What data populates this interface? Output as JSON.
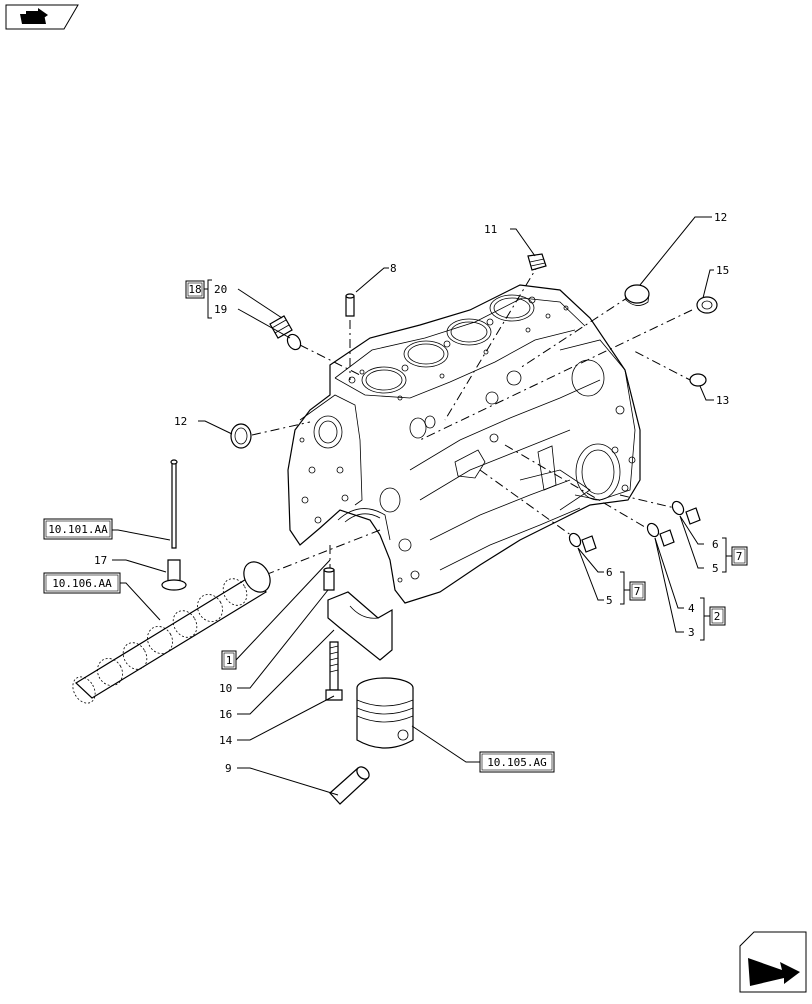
{
  "nav": {
    "top_icon": "book-arrow-icon",
    "bottom_icon": "next-page-arrow-icon"
  },
  "refs": {
    "r10101AA": "10.101.AA",
    "r10106AA": "10.106.AA",
    "r10105AG": "10.105.AG"
  },
  "group_boxes": {
    "g18": "18",
    "g1": "1",
    "g7a": "7",
    "g7b": "7",
    "g2": "2"
  },
  "callouts": {
    "c11": "11",
    "c12a": "12",
    "c15": "15",
    "c8": "8",
    "c20": "20",
    "c19": "19",
    "c13": "13",
    "c12b": "12",
    "c17": "17",
    "c6a": "6",
    "c5a": "5",
    "c6b": "6",
    "c5b": "5",
    "c4": "4",
    "c3": "3",
    "c10": "10",
    "c16": "16",
    "c14": "14",
    "c9": "9"
  }
}
